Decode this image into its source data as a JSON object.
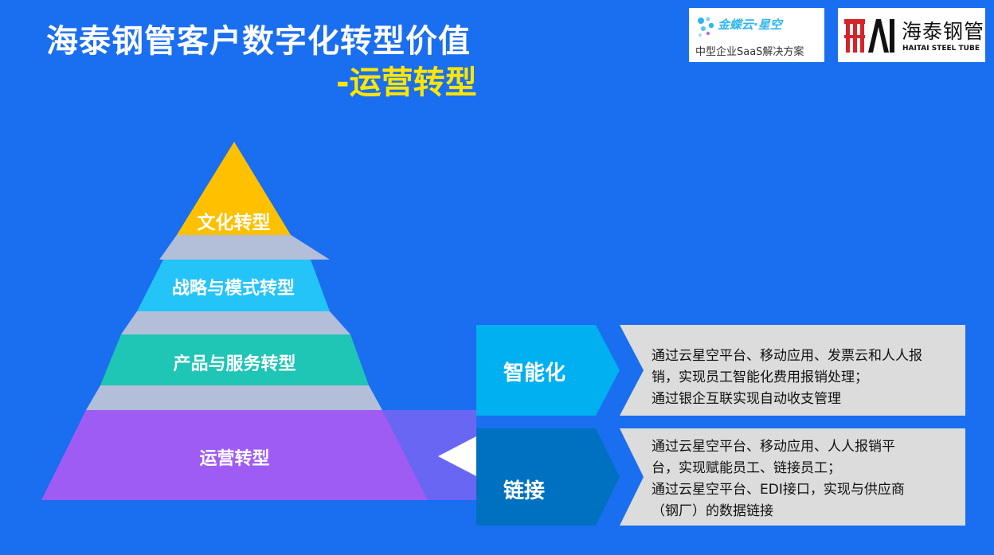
{
  "title": "海泰钢管客户数字化转型价值",
  "subtitle": "-运营转型",
  "logos": {
    "kingdee": {
      "name": "金蝶云·星空",
      "tagline": "中型企业SaaS解决方案",
      "color": "#2fb6ef"
    },
    "haitai": {
      "cn": "海泰钢管",
      "en": "HAITAI STEEL TUBE",
      "mark_color": "#d6232a"
    }
  },
  "pyramid": {
    "tiers": [
      {
        "label": "文化转型",
        "color": "#ffc000"
      },
      {
        "label": "战略与模式转型",
        "color": "#24c4f8"
      },
      {
        "label": "产品与服务转型",
        "color": "#1fc5b5"
      },
      {
        "label": "运营转型",
        "color": "#9f5cf5"
      }
    ],
    "connector_color": "#b3bfd8"
  },
  "panels": [
    {
      "heading": "智能化",
      "color": "#00b0f0",
      "lines": [
        "通过云星空平台、移动应用、发票云和人人报",
        "销，实现员工智能化费用报销处理；",
        "通过银企互联实现自动收支管理"
      ]
    },
    {
      "heading": "链接",
      "color": "#0070c0",
      "lines": [
        "通过云星空平台、移动应用、人人报销平",
        "台，实现赋能员工、链接员工；",
        "通过云星空平台、EDI接口，实现与供应商",
        "（钢厂）的数据链接"
      ]
    }
  ]
}
